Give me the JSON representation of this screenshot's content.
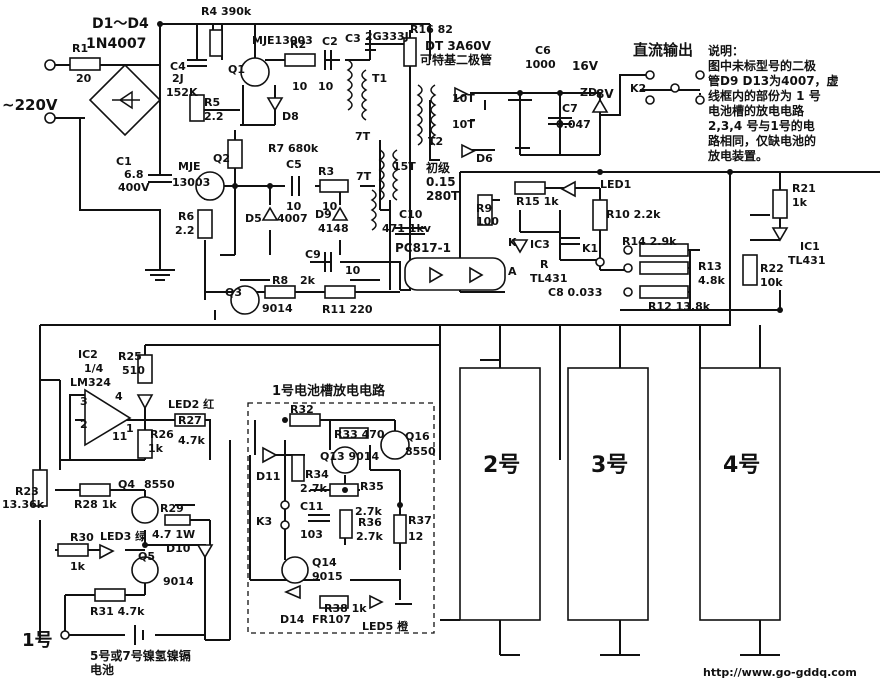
{
  "note": {
    "lines": [
      "说明：",
      "图中未标型号的二极",
      "管D9 D13为4007，虚",
      "线框内的部份为 1 号",
      "电池槽的放电电路",
      "2,3,4 号与1号的电",
      "路相同，仅缺电池的",
      "放电装置。"
    ]
  },
  "headers": {
    "dc_output": "直流输出",
    "input_voltage": "~220V",
    "bridge": "D1～D4",
    "bridge_part": "1N4007",
    "fast_diode": "DT 3A60V",
    "fast_diode_note": "可特基二极管",
    "discharge_title": "1号电池槽放电电路",
    "primary": "初级",
    "wire_spec": "0.15",
    "turns": "280T",
    "v16": "16V",
    "v8": "8V",
    "opto": "PC817-1",
    "watermark": "http://www.go-gddq.com",
    "battery_label": "5号或7号镍氢镍镉",
    "battery_label2": "电池",
    "slot1": "1号"
  },
  "slots": [
    "2号",
    "3号",
    "4号"
  ],
  "labels": [
    "R1",
    "20",
    "C1",
    "6.8",
    "400V",
    "C4",
    "2J",
    "152K",
    "R4 390k",
    "Q1",
    "MJE13003",
    "R5",
    "2.2",
    "R2",
    "10",
    "C2",
    "10",
    "D8",
    "C3",
    "2G333J",
    "R16 82",
    "T1",
    "7T",
    "10T",
    "10T",
    "T2",
    "15T",
    "7T",
    "D6",
    "C6",
    "1000",
    "C7",
    "0.047",
    "ZD",
    "K2",
    "R7 680k",
    "C5",
    "10",
    "R3",
    "10",
    "Q2",
    "MJE",
    "13003",
    "R6",
    "2.2",
    "D5",
    "4007",
    "D9",
    "4148",
    "C10",
    "471 1kv",
    "C9",
    "10",
    "Q3",
    "9014",
    "R8",
    "2k",
    "R11 220",
    "R9",
    "100",
    "R15 1k",
    "LED1",
    "R10 2.2k",
    "K",
    "IC3",
    "A",
    "R",
    "TL431",
    "C8 0.033",
    "K1",
    "R14 2.9k",
    "R13",
    "4.8k",
    "R12 13.8k",
    "R21",
    "1k",
    "R22",
    "10k",
    "IC1",
    "TL431",
    "IC2",
    "1/4",
    "LM324",
    "3",
    "2",
    "4",
    "11",
    "1",
    "R25",
    "510",
    "LED2 红",
    "R26",
    "1k",
    "R27",
    "4.7k",
    "R23",
    "13.36k",
    "Q4",
    "8550",
    "R28 1k",
    "R29",
    "4.7 1W",
    "D10",
    "R30",
    "1k",
    "LED3 绿",
    "Q5",
    "9014",
    "R31 4.7k",
    "R32",
    "R33 470",
    "Q13 9014",
    "Q16",
    "8550",
    "D11",
    "R34",
    "2.7k",
    "R35",
    "2.7k",
    "K3",
    "C11",
    "103",
    "R36",
    "2.7k",
    "R37",
    "12",
    "Q14",
    "9015",
    "D14",
    "FR107",
    "R38 1k",
    "LED5 橙"
  ]
}
